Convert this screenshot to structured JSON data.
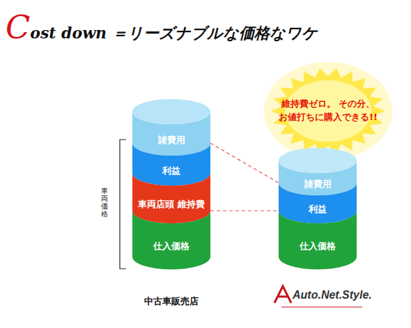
{
  "diagram": {
    "title": "Cost down ＝リーズナブルな価格なワケ",
    "nodes": [
      {
        "text": [
          "諸費用"
        ]
      },
      {
        "text": [
          "利益"
        ]
      },
      {
        "text": [
          "車両店頭 維持費"
        ]
      },
      {
        "text": [
          "仕入価格"
        ]
      },
      {
        "text": [
          "維持費ゼロ。 その分、お値打ちに購入できる!!"
        ]
      },
      {
        "text": [
          "諸費用"
        ]
      },
      {
        "text": [
          "利益"
        ]
      },
      {
        "text": [
          "仕入価格"
        ]
      }
    ],
    "edges": [
      {
        "from": 0,
        "to": 5,
        "arrow": "none"
      },
      {
        "from": 2,
        "to": 6,
        "arrow": "none"
      }
    ],
    "labels": [
      "車両価格",
      "中古車販売店",
      "Auto.Net.Style."
    ]
  }
}
